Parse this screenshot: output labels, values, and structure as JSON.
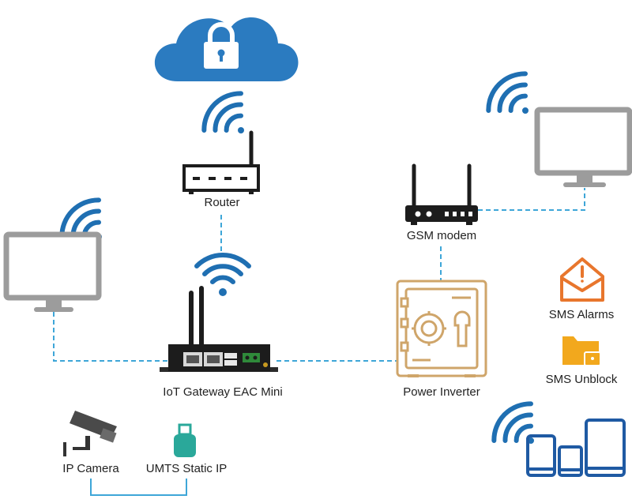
{
  "labels": {
    "router": "Router",
    "gsm_modem": "GSM modem",
    "gateway": "IoT Gateway EAC Mini",
    "power_inverter": "Power Inverter",
    "sms_alarms": "SMS Alarms",
    "sms_unblock": "SMS Unblock",
    "ip_camera": "IP Camera",
    "umts": "UMTS Static IP"
  },
  "colors": {
    "cloud": "#2b7bc0",
    "wifi": "#1f6fb2",
    "link": "#3ea6d8",
    "monitor": "#9c9c9c",
    "device": "#1c1c1c",
    "safe": "#cfa56a",
    "envelope": "#e8762d",
    "folder": "#f2a81d",
    "usb": "#2aa89a",
    "tablet": "#1f5aa3"
  },
  "icons": [
    "cloud-lock-icon",
    "wifi-icon",
    "router-icon",
    "monitor-icon",
    "gateway-icon",
    "gsm-modem-icon",
    "safe-icon",
    "envelope-alert-icon",
    "folder-lock-icon",
    "camera-icon",
    "usb-stick-icon",
    "mobile-devices-icon"
  ]
}
